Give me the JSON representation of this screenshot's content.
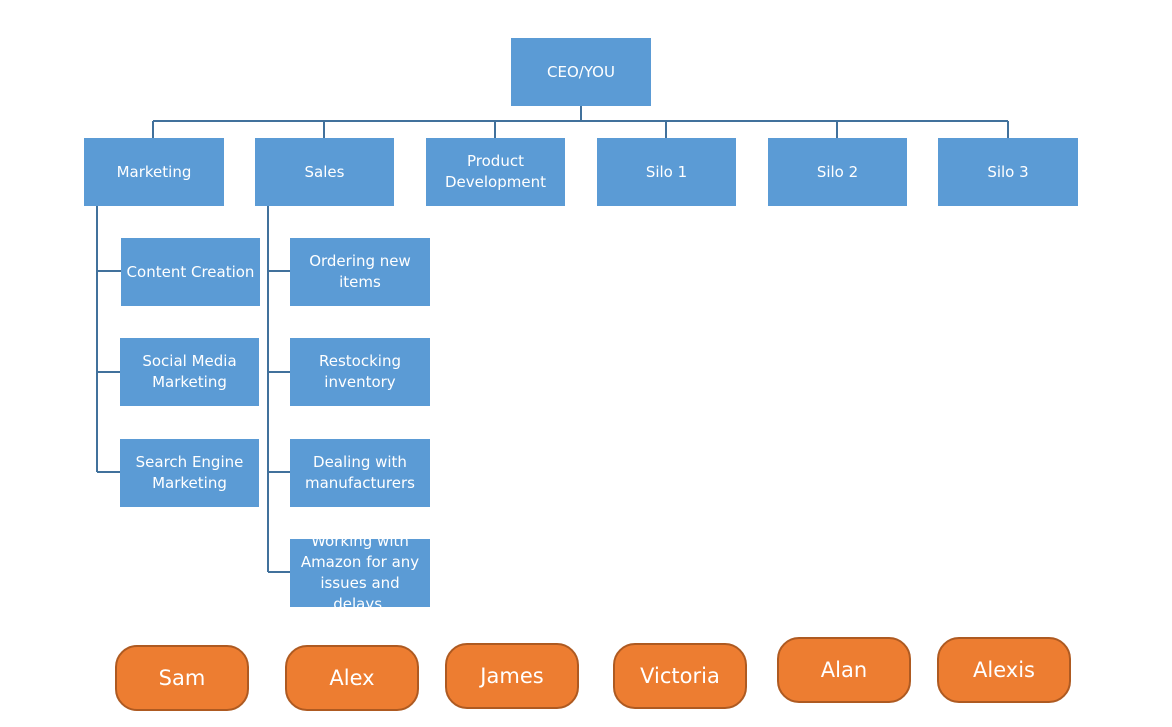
{
  "colors": {
    "box": "#5b9bd5",
    "connector": "#41719c",
    "pill": "#ed7d31",
    "pill_border": "#ae5a21"
  },
  "root": {
    "label": "CEO/YOU"
  },
  "departments": [
    {
      "label": "Marketing"
    },
    {
      "label": "Sales"
    },
    {
      "label": "Product\nDevelopment"
    },
    {
      "label": "Silo 1"
    },
    {
      "label": "Silo 2"
    },
    {
      "label": "Silo 3"
    }
  ],
  "marketing_tasks": [
    {
      "label": "Content Creation"
    },
    {
      "label": "Social Media\nMarketing"
    },
    {
      "label": "Search Engine\nMarketing"
    }
  ],
  "sales_tasks": [
    {
      "label": "Ordering new\nitems"
    },
    {
      "label": "Restocking\ninventory"
    },
    {
      "label": "Dealing with\nmanufacturers"
    },
    {
      "label": "Working with\nAmazon for any\nissues and delays."
    }
  ],
  "people": [
    {
      "name": "Sam"
    },
    {
      "name": "Alex"
    },
    {
      "name": "James"
    },
    {
      "name": "Victoria"
    },
    {
      "name": "Alan"
    },
    {
      "name": "Alexis"
    }
  ]
}
